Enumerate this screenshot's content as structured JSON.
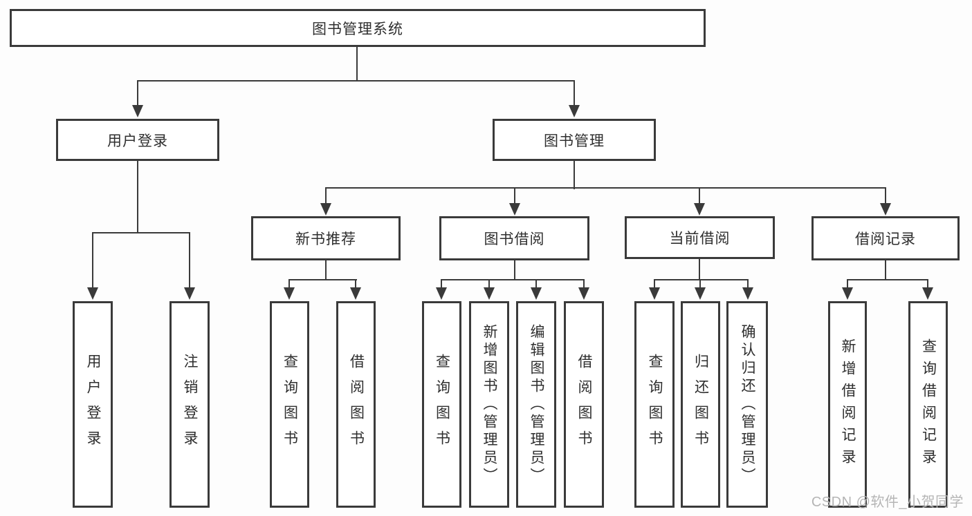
{
  "diagram": {
    "root": {
      "label": "图书管理系统"
    },
    "level2": [
      {
        "label": "用户登录"
      },
      {
        "label": "图书管理"
      }
    ],
    "level3": [
      {
        "label": "新书推荐"
      },
      {
        "label": "图书借阅"
      },
      {
        "label": "当前借阅"
      },
      {
        "label": "借阅记录"
      }
    ],
    "leaves": {
      "login": [
        "用户登录",
        "注销登录"
      ],
      "newbook": [
        "查询图书",
        "借阅图书"
      ],
      "borrow": [
        "查询图书",
        "新增图书（管理员）",
        "编辑图书（管理员）",
        "借阅图书"
      ],
      "current": [
        "查询图书",
        "归还图书",
        "确认归还（管理员）"
      ],
      "records": [
        "新增借阅记录",
        "查询借阅记录"
      ]
    }
  },
  "watermark": {
    "text": "CSDN @软件_小贺同学"
  },
  "colors": {
    "line": "#3a3a3a",
    "text": "#2e2e2e",
    "background": "#fdfdfd",
    "watermark": "#b5b5b5"
  }
}
